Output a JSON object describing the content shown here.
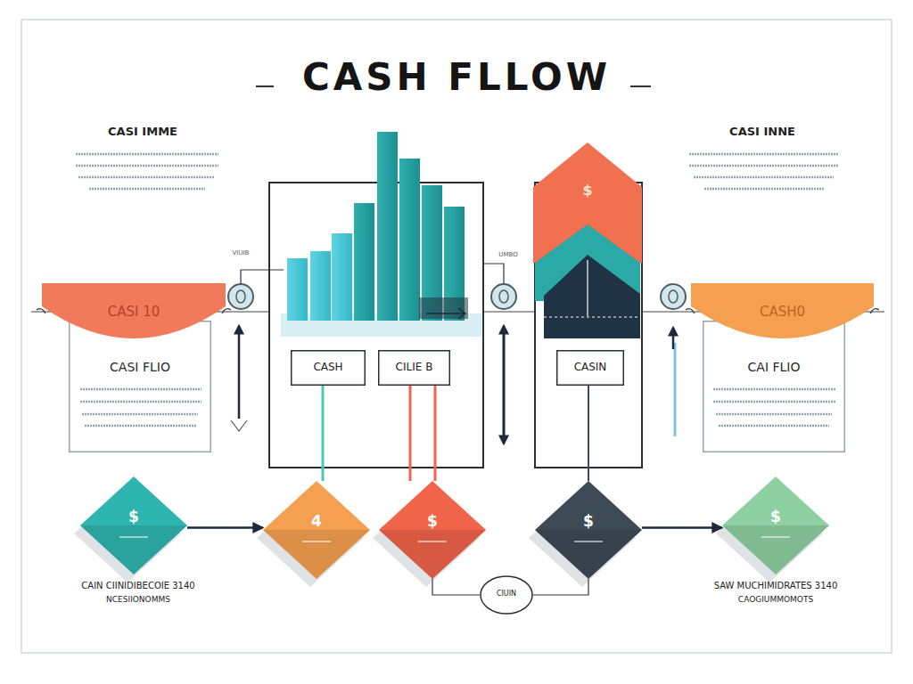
{
  "diagram": {
    "title": "CASH FLLOW",
    "nodes": [
      {
        "text": [
          "CASI 10"
        ]
      },
      {
        "text": [
          "CASI FLIO"
        ]
      },
      {
        "text": [
          "CASH"
        ]
      },
      {
        "text": [
          "CILIE B"
        ]
      },
      {
        "text": [
          "$"
        ]
      },
      {
        "text": [
          "CASIN"
        ]
      },
      {
        "text": [
          "CASH0"
        ]
      },
      {
        "text": [
          "CAI FLIO"
        ]
      },
      {
        "text": [
          "$"
        ]
      },
      {
        "text": [
          "4"
        ]
      },
      {
        "text": [
          "$"
        ]
      },
      {
        "text": [
          "$"
        ]
      },
      {
        "text": [
          "$"
        ]
      },
      {
        "text": [
          "CIUIN"
        ]
      }
    ],
    "edges": [
      {
        "from": 8,
        "to": 9,
        "arrow": "to"
      },
      {
        "from": 11,
        "to": 12,
        "arrow": "to"
      },
      {
        "from": 2,
        "to": 9,
        "arrow": "none"
      },
      {
        "from": 3,
        "to": 10,
        "arrow": "none"
      },
      {
        "from": 3,
        "to": 10,
        "arrow": "none"
      },
      {
        "from": 5,
        "to": 11,
        "arrow": "none"
      },
      {
        "from": 10,
        "to": 13,
        "arrow": "none"
      },
      {
        "from": 13,
        "to": 11,
        "arrow": "none"
      }
    ],
    "labels": [
      "CASI IMME",
      "CASI INNE",
      "VIUIB",
      "UMBO",
      "CAIN CIINIDIBECOIE 3140",
      "NCESIIONOMMS",
      "SAW MUCHIMIDRATES 3140",
      "CAOGIUMMOMOTS"
    ]
  }
}
